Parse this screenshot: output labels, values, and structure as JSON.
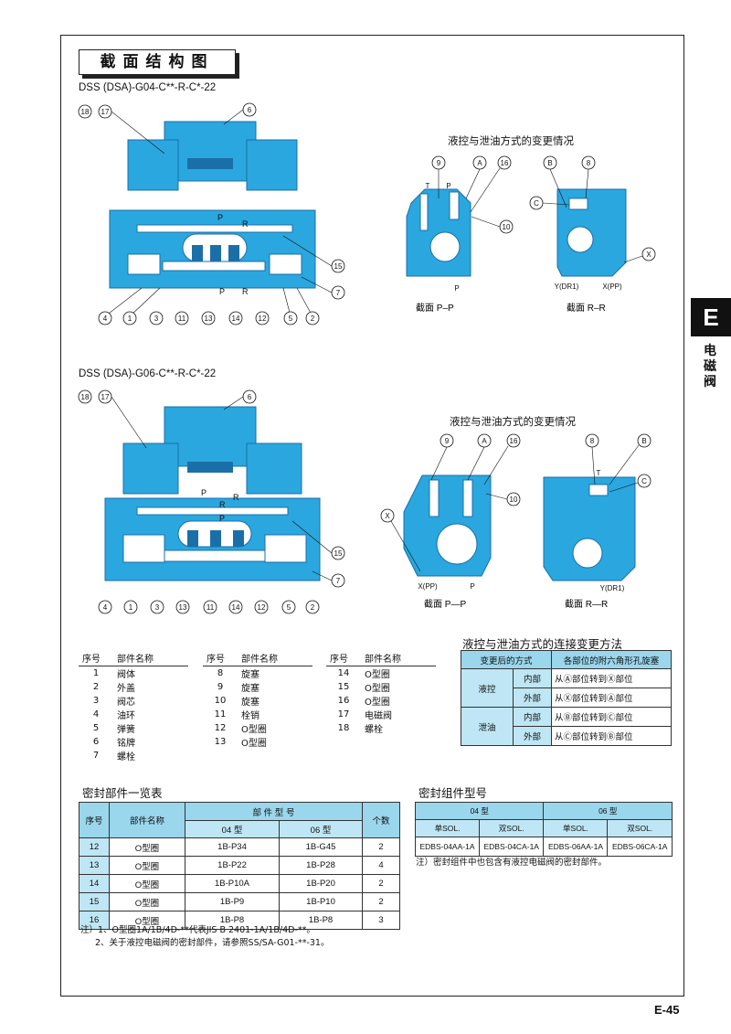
{
  "page": {
    "title": "截面结构图",
    "tab_letter": "E",
    "tab_label": "电磁阀",
    "page_number": "E-45"
  },
  "diagram1": {
    "model": "DSS (DSA)-G04-C**-R-C*-22",
    "callouts_top": [
      "18",
      "17",
      "6"
    ],
    "callouts_bottom": [
      "4",
      "1",
      "3",
      "11",
      "13",
      "14",
      "12",
      "5",
      "2"
    ],
    "callouts_right": [
      "15",
      "7"
    ],
    "port_labels": [
      "P",
      "R",
      "P",
      "R"
    ],
    "section_title": "液控与泄油方式的变更情况",
    "section_pp": {
      "callouts": [
        "9",
        "A",
        "16",
        "10"
      ],
      "ports": [
        "T",
        "P",
        "P"
      ],
      "label": "截面 P–P"
    },
    "section_rr": {
      "callouts": [
        "B",
        "8",
        "C",
        "X"
      ],
      "ports": [
        "Y(DR1)",
        "X(PP)"
      ],
      "label": "截面 R–R"
    }
  },
  "diagram2": {
    "model": "DSS (DSA)-G06-C**-R-C*-22",
    "callouts_top": [
      "18",
      "17",
      "6"
    ],
    "callouts_bottom": [
      "4",
      "1",
      "3",
      "13",
      "11",
      "14",
      "12",
      "5",
      "2"
    ],
    "callouts_right": [
      "15",
      "7"
    ],
    "port_labels": [
      "P",
      "R",
      "P",
      "R"
    ],
    "section_title": "液控与泄油方式的变更情况",
    "section_pp": {
      "callouts": [
        "X",
        "9",
        "A",
        "16",
        "10"
      ],
      "ports": [
        "X(PP)",
        "P"
      ],
      "label": "截面 P—P"
    },
    "section_rr": {
      "callouts": [
        "8",
        "B",
        "C"
      ],
      "ports": [
        "T",
        "Y(DR1)"
      ],
      "label": "截面 R—R"
    }
  },
  "parts_list": {
    "headers": [
      "序号",
      "部件名称"
    ],
    "col1": [
      [
        "1",
        "阀体"
      ],
      [
        "2",
        "外盖"
      ],
      [
        "3",
        "阀芯"
      ],
      [
        "4",
        "油环"
      ],
      [
        "5",
        "弹簧"
      ],
      [
        "6",
        "铭牌"
      ],
      [
        "7",
        "螺栓"
      ]
    ],
    "col2": [
      [
        "8",
        "旋塞"
      ],
      [
        "9",
        "旋塞"
      ],
      [
        "10",
        "旋塞"
      ],
      [
        "11",
        "栓销"
      ],
      [
        "12",
        "O型圈"
      ],
      [
        "13",
        "O型圈"
      ]
    ],
    "col3": [
      [
        "14",
        "O型圈"
      ],
      [
        "15",
        "O型圈"
      ],
      [
        "16",
        "O型圈"
      ],
      [
        "17",
        "电磁阀"
      ],
      [
        "18",
        "螺栓"
      ]
    ]
  },
  "connection_method": {
    "title": "液控与泄油方式的连接变更方法",
    "headers": [
      "变更后的方式",
      "各部位的附六角形孔旋塞"
    ],
    "rows": [
      {
        "mode": "液控",
        "part": "内部",
        "action": "从Ⓐ部位转到Ⓧ部位"
      },
      {
        "mode": "液控",
        "part": "外部",
        "action": "从Ⓧ部位转到Ⓐ部位"
      },
      {
        "mode": "泄油",
        "part": "内部",
        "action": "从Ⓑ部位转到Ⓒ部位"
      },
      {
        "mode": "泄油",
        "part": "外部",
        "action": "从Ⓒ部位转到Ⓑ部位"
      }
    ]
  },
  "seal_parts": {
    "title": "密封部件一览表",
    "headers": [
      "序号",
      "部件名称",
      "部 件 型 号",
      "04 型",
      "06 型",
      "个数"
    ],
    "rows": [
      [
        "12",
        "O型圈",
        "1B-P34",
        "1B-G45",
        "2"
      ],
      [
        "13",
        "O型圈",
        "1B-P22",
        "1B-P28",
        "4"
      ],
      [
        "14",
        "O型圈",
        "1B-P10A",
        "1B-P20",
        "2"
      ],
      [
        "15",
        "O型圈",
        "1B-P9",
        "1B-P10",
        "2"
      ],
      [
        "16",
        "O型圈",
        "1B-P8",
        "1B-P8",
        "3"
      ]
    ],
    "notes": [
      "注）1、O型圈1A/1B/4D-**代表JIS B 2401-1A/1B/4D-**。",
      "2、关于液控电磁阀的密封部件，请参照SS/SA-G01-**-31。"
    ]
  },
  "seal_kits": {
    "title": "密封组件型号",
    "groups": [
      "04 型",
      "06 型"
    ],
    "subheaders": [
      "单SOL.",
      "双SOL.",
      "单SOL.",
      "双SOL."
    ],
    "values": [
      "EDBS-04AA-1A",
      "EDBS-04CA-1A",
      "EDBS-06AA-1A",
      "EDBS-06CA-1A"
    ],
    "note": "注）密封组件中也包含有液控电磁阀的密封部件。"
  },
  "colors": {
    "valve_blue": "#2aa7df",
    "valve_dark": "#1b6fa8",
    "table_header": "#9ad6ec"
  }
}
